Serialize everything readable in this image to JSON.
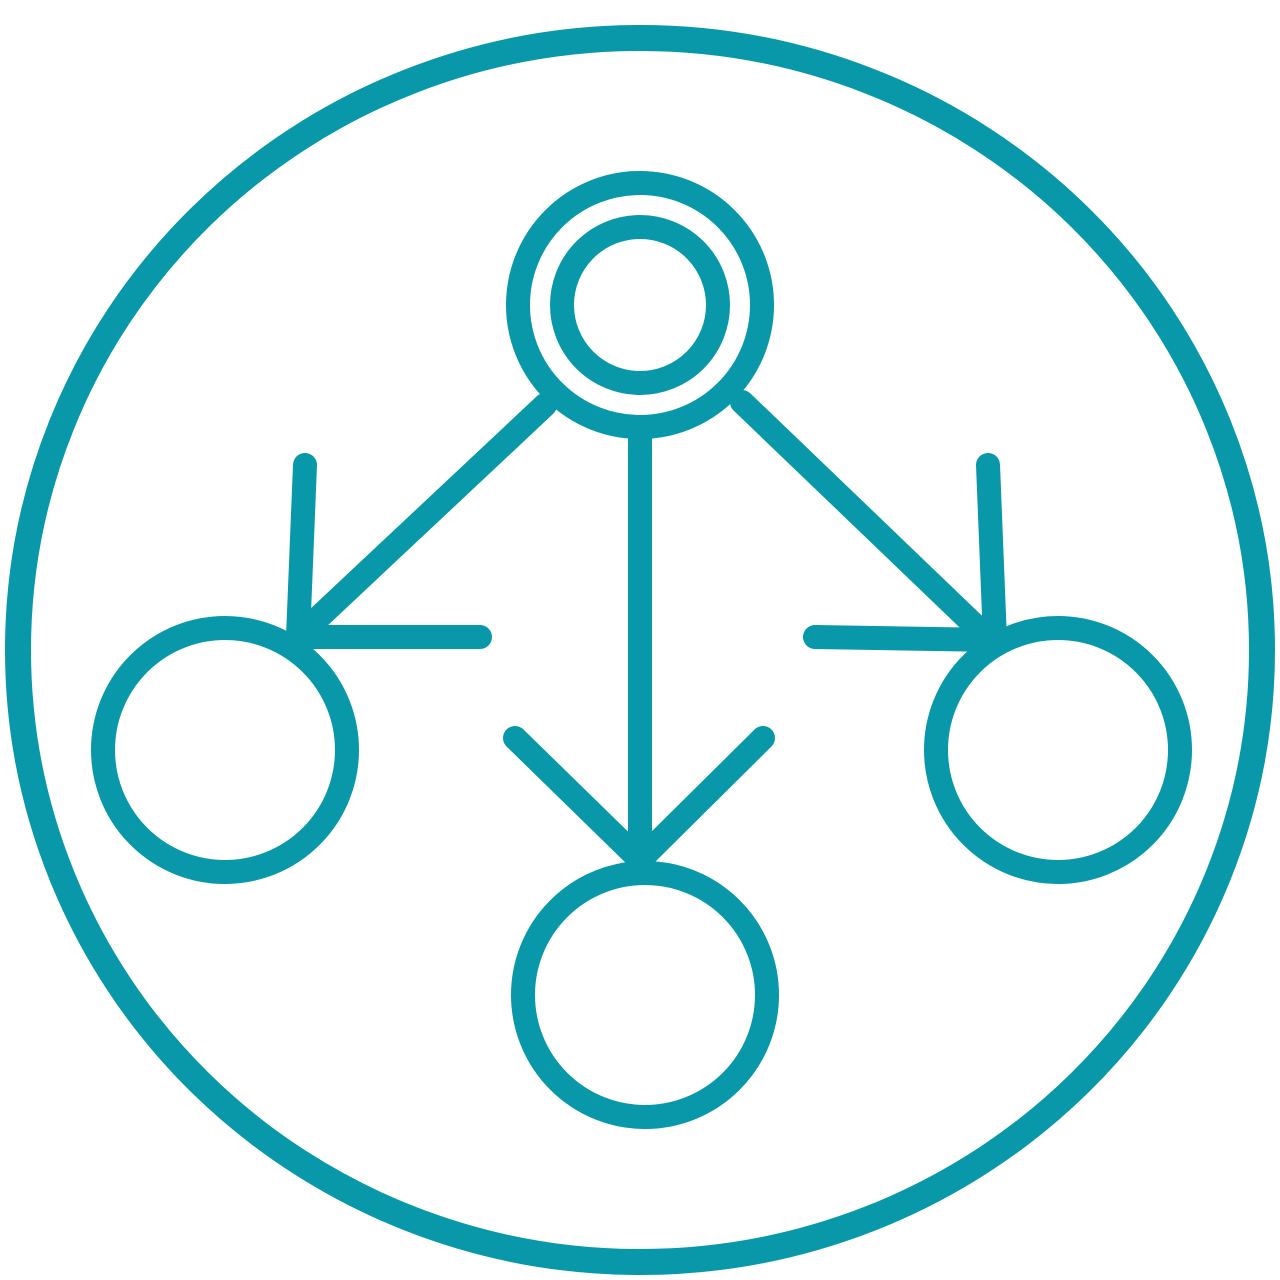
{
  "icon": {
    "name": "hierarchy-network-icon",
    "stroke_color": "#0898AA",
    "background": "#FFFFFF",
    "parts": [
      "outer-ring",
      "root-node",
      "child-node-left",
      "child-node-center",
      "child-node-right",
      "arrow-left",
      "arrow-center",
      "arrow-right"
    ]
  }
}
